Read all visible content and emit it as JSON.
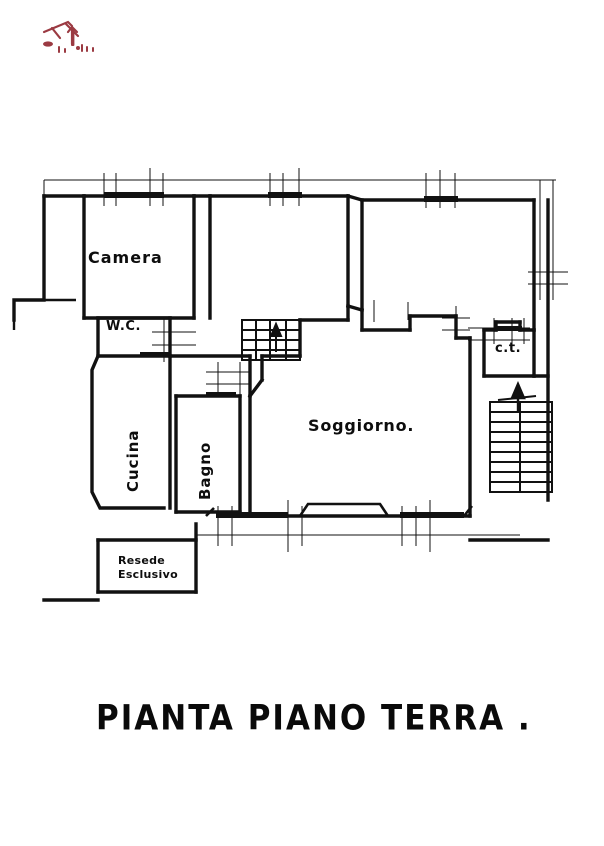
{
  "document": {
    "type": "architectural-floor-plan",
    "title": "PIANTA PIANO TERRA .",
    "ink_color": "#0d0d0d",
    "paper_color": "#ffffff",
    "stamp_color": "#9b3a42"
  },
  "stamp": {
    "name": "surveyor-signature-stamp",
    "description": "red handwritten signature mark"
  },
  "rooms": [
    {
      "id": "camera",
      "label": "Camera",
      "orientation": "horizontal"
    },
    {
      "id": "wc",
      "label": "W.C.",
      "orientation": "horizontal"
    },
    {
      "id": "cucina",
      "label": "Cucina",
      "orientation": "vertical"
    },
    {
      "id": "bagno",
      "label": "Bagno",
      "orientation": "vertical"
    },
    {
      "id": "soggiorno",
      "label": "Soggiorno.",
      "orientation": "horizontal"
    },
    {
      "id": "ct",
      "label": "c.t.",
      "orientation": "horizontal"
    }
  ],
  "resede": {
    "line1": "Resede",
    "line2": "Esclusivo"
  },
  "title_block": {
    "caption": "PIANTA PIANO TERRA ."
  }
}
